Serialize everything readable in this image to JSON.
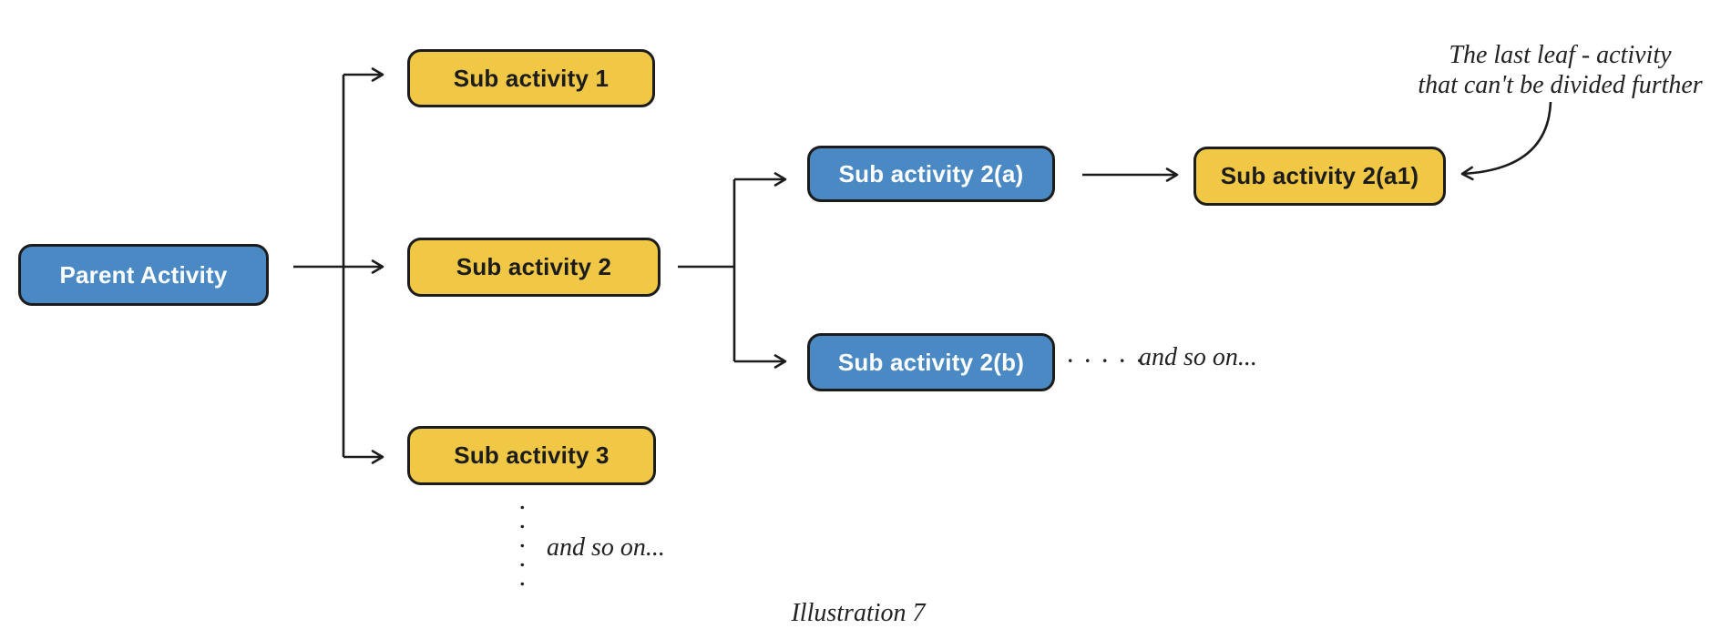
{
  "colors": {
    "background": "#ffffff",
    "node_blue": "#4a89c4",
    "node_yellow": "#f0c845",
    "node_border": "#1c1c1c",
    "line": "#1c1c1c",
    "text_on_blue": "#ffffff",
    "text_on_yellow": "#1c1c1c",
    "note_text": "#222222"
  },
  "nodes": {
    "parent": {
      "label": "Parent Activity",
      "color": "#4a89c4"
    },
    "sub1": {
      "label": "Sub activity 1",
      "color": "#f0c845"
    },
    "sub2": {
      "label": "Sub activity 2",
      "color": "#f0c845"
    },
    "sub3": {
      "label": "Sub activity 3",
      "color": "#f0c845"
    },
    "sub2a": {
      "label": "Sub activity 2(a)",
      "color": "#4a89c4"
    },
    "sub2b": {
      "label": "Sub activity 2(b)",
      "color": "#4a89c4"
    },
    "sub2a1": {
      "label": "Sub activity 2(a1)",
      "color": "#f0c845"
    }
  },
  "notes": {
    "leaf_line1": "The last leaf - activity",
    "leaf_line2": "that can't be divided further",
    "more_after_sub2b_ellipsis": ". . . . .",
    "more_after_sub2b": "and so on...",
    "more_below_sub3_ellipsis": ". . . . .",
    "more_below_sub3": "and so on...",
    "caption": "Illustration 7"
  }
}
